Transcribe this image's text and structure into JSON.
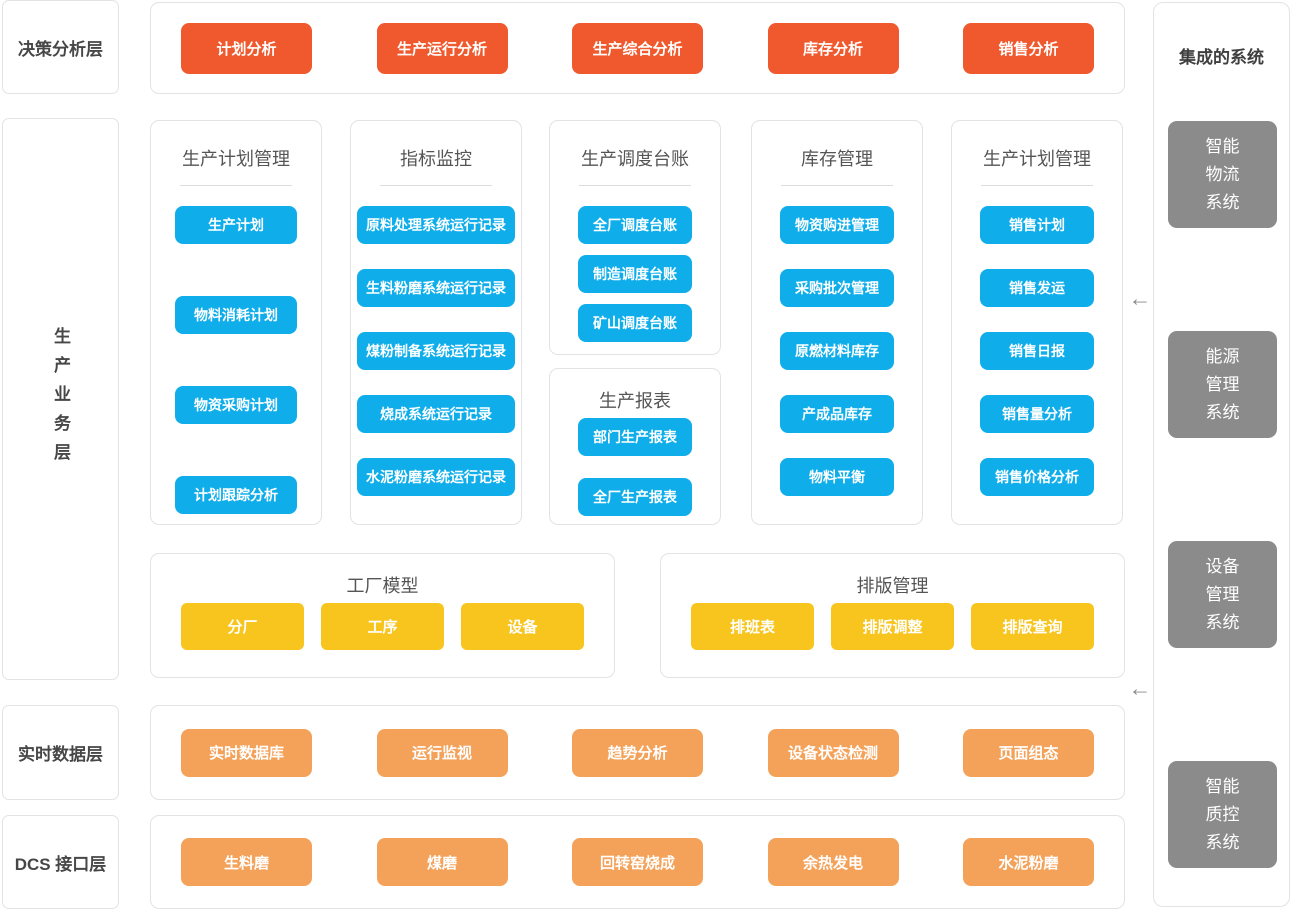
{
  "colors": {
    "red": "#F0592D",
    "blue": "#0FAEEB",
    "yellow": "#F7C51D",
    "orange": "#F4A259",
    "gray_system": "#8B8B8B",
    "card_border": "#E3E3E3"
  },
  "icons": {
    "left_arrow": "←"
  },
  "layers": {
    "decision": {
      "label": "决策分析层"
    },
    "business": {
      "label": "生产业务层"
    },
    "realtime": {
      "label": "实时数据层"
    },
    "dcs": {
      "label": "DCS 接口层"
    }
  },
  "decision_row": {
    "buttons": [
      "计划分析",
      "生产运行分析",
      "生产综合分析",
      "库存分析",
      "销售分析"
    ]
  },
  "business": {
    "plan_mgmt": {
      "title": "生产计划管理",
      "items": [
        "生产计划",
        "物料消耗计划",
        "物资采购计划",
        "计划跟踪分析"
      ]
    },
    "indicator_monitor": {
      "title": "指标监控",
      "items": [
        "原料处理系统运行记录",
        "生料粉磨系统运行记录",
        "煤粉制备系统运行记录",
        "烧成系统运行记录",
        "水泥粉磨系统运行记录"
      ]
    },
    "dispatch_ledger": {
      "title": "生产调度台账",
      "items": [
        "全厂调度台账",
        "制造调度台账",
        "矿山调度台账"
      ]
    },
    "production_report": {
      "title": "生产报表",
      "items": [
        "部门生产报表",
        "全厂生产报表"
      ]
    },
    "inventory_mgmt": {
      "title": "库存管理",
      "items": [
        "物资购进管理",
        "采购批次管理",
        "原燃材料库存",
        "产成品库存",
        "物料平衡"
      ]
    },
    "sales_mgmt": {
      "title": "生产计划管理",
      "items": [
        "销售计划",
        "销售发运",
        "销售日报",
        "销售量分析",
        "销售价格分析"
      ]
    },
    "factory_model": {
      "title": "工厂模型",
      "items": [
        "分厂",
        "工序",
        "设备"
      ]
    },
    "layout_mgmt": {
      "title": "排版管理",
      "items": [
        "排班表",
        "排版调整",
        "排版查询"
      ]
    }
  },
  "realtime_row": {
    "buttons": [
      "实时数据库",
      "运行监视",
      "趋势分析",
      "设备状态检测",
      "页面组态"
    ]
  },
  "dcs_row": {
    "buttons": [
      "生料磨",
      "煤磨",
      "回转窑烧成",
      "余热发电",
      "水泥粉磨"
    ]
  },
  "integrated": {
    "title": "集成的系统",
    "systems": [
      "智能\n物流\n系统",
      "能源\n管理\n系统",
      "设备\n管理\n系统",
      "智能\n质控\n系统"
    ]
  }
}
